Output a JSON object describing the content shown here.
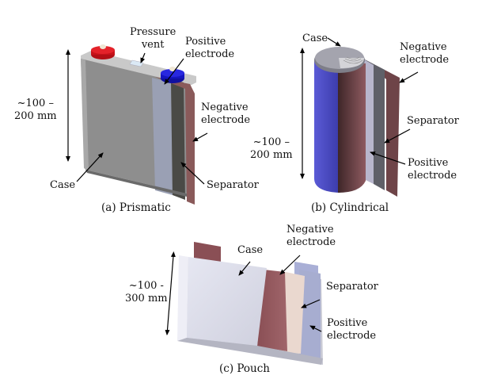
{
  "panels": [
    {
      "id": "prismatic",
      "caption": "(a) Prismatic",
      "dimension": [
        "~100 –",
        "200 mm"
      ],
      "labels": {
        "pressure_vent": [
          "Pressure",
          "vent"
        ],
        "positive_electrode": [
          "Positive",
          "electrode"
        ],
        "negative_electrode": [
          "Negative",
          "electrode"
        ],
        "separator": [
          "Separator"
        ],
        "case": [
          "Case"
        ]
      }
    },
    {
      "id": "cylindrical",
      "caption": "(b) Cylindrical",
      "dimension": [
        "~100 –",
        "200 mm"
      ],
      "labels": {
        "case": [
          "Case"
        ],
        "negative_electrode": [
          "Negative",
          "electrode"
        ],
        "separator": [
          "Separator"
        ],
        "positive_electrode": [
          "Positive",
          "electrode"
        ]
      }
    },
    {
      "id": "pouch",
      "caption": "(c) Pouch",
      "dimension": [
        "~100 -",
        "300 mm"
      ],
      "labels": {
        "case": [
          "Case"
        ],
        "negative_electrode": [
          "Negative",
          "electrode"
        ],
        "separator": [
          "Separator"
        ],
        "positive_electrode": [
          "Positive",
          "electrode"
        ]
      }
    }
  ],
  "colors": {
    "case_gray": "#8c8c8c",
    "terminal_red": "#d9141c",
    "terminal_blue": "#1818d0",
    "negative_electrode": "#8a4f55",
    "separator_dark": "#4a4a48",
    "positive_electrode_light": "#b9bdd0",
    "cylinder_blue": "#5454c8",
    "pouch_case": "#dcdde8",
    "pouch_separator": "#ead8cf",
    "pouch_positive": "#a7add0"
  }
}
